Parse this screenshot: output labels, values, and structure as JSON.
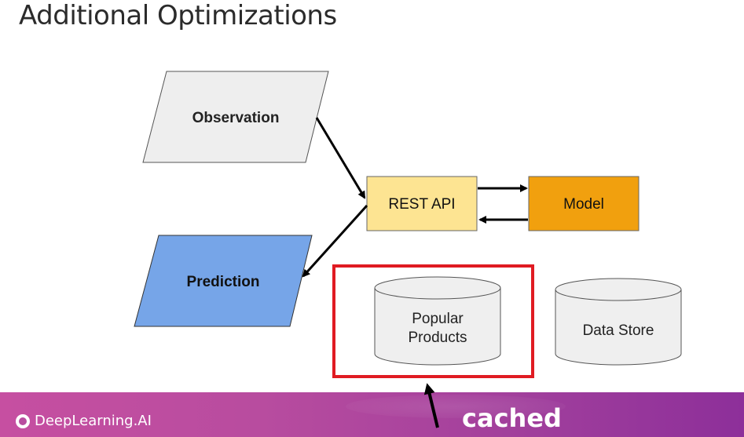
{
  "title": "Additional Optimizations",
  "nodes": {
    "observation": "Observation",
    "prediction": "Prediction",
    "rest_api": "REST API",
    "model": "Model",
    "popular_products_line1": "Popular",
    "popular_products_line2": "Products",
    "data_store": "Data Store"
  },
  "annotation": {
    "label": "cached"
  },
  "footer": {
    "brand": "DeepLearning.AI"
  },
  "colors": {
    "observation_fill": "#eeeeee",
    "prediction_fill": "#76a5e8",
    "rest_api_fill": "#fde492",
    "model_fill": "#f1a00e",
    "highlight_border": "#e01b22",
    "store_fill": "#efefef"
  }
}
